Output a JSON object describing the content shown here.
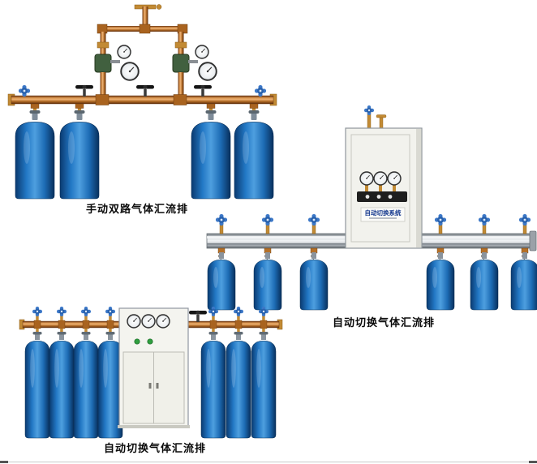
{
  "page": {
    "background": "#ffffff"
  },
  "figures": {
    "manual_dual": {
      "caption": "手动双路气体汇流排"
    },
    "auto_switch_a": {
      "caption": "自动切换气体汇流排",
      "cabinet_label": "自动切换系统"
    },
    "auto_switch_b": {
      "caption": "自动切换气体汇流排"
    }
  },
  "colors": {
    "pipe_copper": "#b06a24",
    "brass_fitting": "#c28a34",
    "cylinder_blue": "#2f86cf",
    "rail_silver": "#d6dbdf",
    "cabinet_white": "#f2f2ed",
    "valve_knob_blue": "#3c78c8",
    "caption_text": "#0a0a0a",
    "cabinet_label_text": "#16398f"
  }
}
